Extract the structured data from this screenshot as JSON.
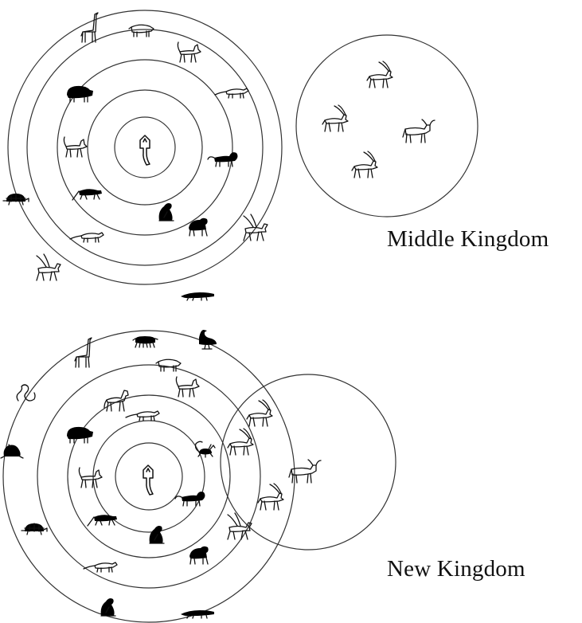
{
  "diagrams": [
    {
      "label": "Middle Kingdom",
      "animals": [
        "giraffe",
        "pig",
        "jackal",
        "ichneumon",
        "hippopotamus",
        "dog",
        "lion",
        "leopard",
        "baboon-seated",
        "baboon",
        "oryx-ibex",
        "hare",
        "tortoise",
        "griffin",
        "crocodile"
      ],
      "outer_animals": [
        "gazelle",
        "oryx",
        "bubalis",
        "ibex"
      ]
    },
    {
      "label": "New Kingdom",
      "animals": [
        "giraffe",
        "beetle",
        "goose",
        "pig",
        "horse",
        "jackal",
        "ichneumon",
        "snake",
        "hippopotamus",
        "frog",
        "scorpion",
        "dog",
        "lion",
        "leopard",
        "baboon-seated",
        "tortoise",
        "baboon",
        "hare",
        "griffin",
        "crocodile"
      ],
      "outer_animals": [
        "gazelle",
        "oryx",
        "bubalis",
        "ibex"
      ]
    }
  ],
  "center_icon": "emblem-icon"
}
